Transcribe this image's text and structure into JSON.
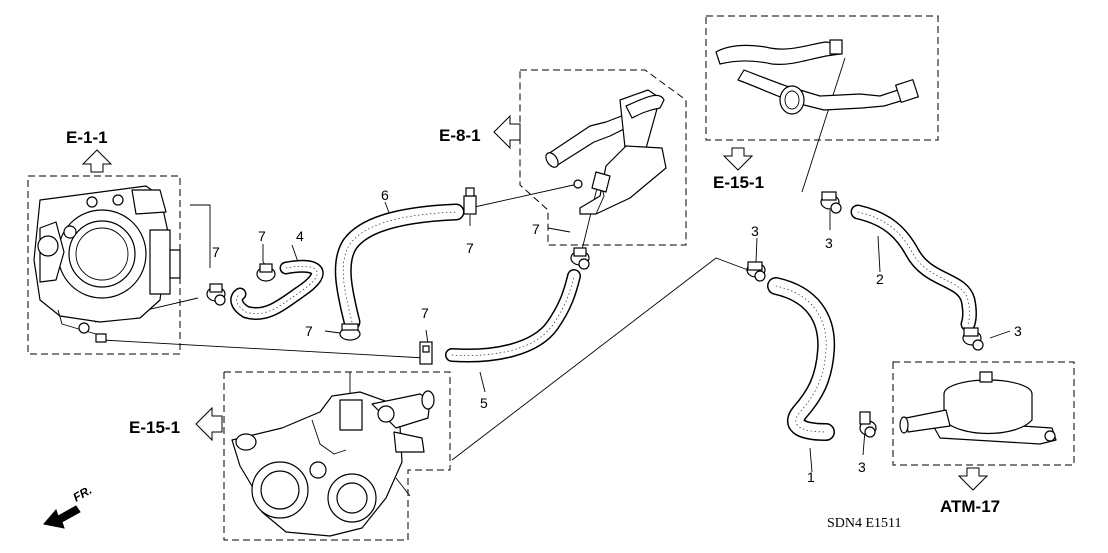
{
  "references": {
    "e_1_1": "E-1-1",
    "e_8_1": "E-8-1",
    "e_15_1_top": "E-15-1",
    "e_15_1_left": "E-15-1",
    "atm_17": "ATM-17"
  },
  "part_numbers": {
    "hose_1": "1",
    "hose_2": "2",
    "clamp_3_a": "3",
    "clamp_3_b": "3",
    "clamp_3_c": "3",
    "clamp_3_d": "3",
    "hose_4": "4",
    "hose_5": "5",
    "hose_6": "6",
    "clip_7_a": "7",
    "clip_7_b": "7",
    "clip_7_c": "7",
    "clip_7_d": "7",
    "clip_7_e": "7",
    "clip_7_f": "7"
  },
  "front_marker": "FR.",
  "diagram_code": "SDN4 E1511"
}
